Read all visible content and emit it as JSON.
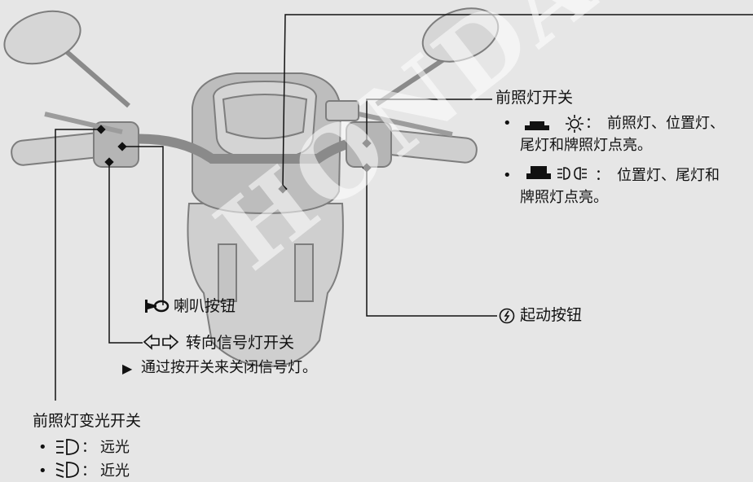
{
  "watermark": "HONDA",
  "headlight_switch": {
    "title": "前照灯开关",
    "item1": "前照灯、位置灯、",
    "item1_cont": "尾灯和牌照灯点亮。",
    "item2": "位置灯、尾灯和",
    "item2_cont": "牌照灯点亮。",
    "colon": "："
  },
  "start_button": {
    "label": "起动按钮"
  },
  "horn_button": {
    "label": "喇叭按钮"
  },
  "turn_signal": {
    "label": "转向信号灯开关",
    "note": "通过按开关来关闭信号灯。",
    "note_marker": "▶"
  },
  "dimmer_switch": {
    "title": "前照灯变光开关",
    "high": "远光",
    "low": "近光",
    "colon": "："
  },
  "bullet": "•",
  "colors": {
    "background": "#e6e6e6",
    "line": "#111111",
    "scooter": "#9a9a9a"
  }
}
